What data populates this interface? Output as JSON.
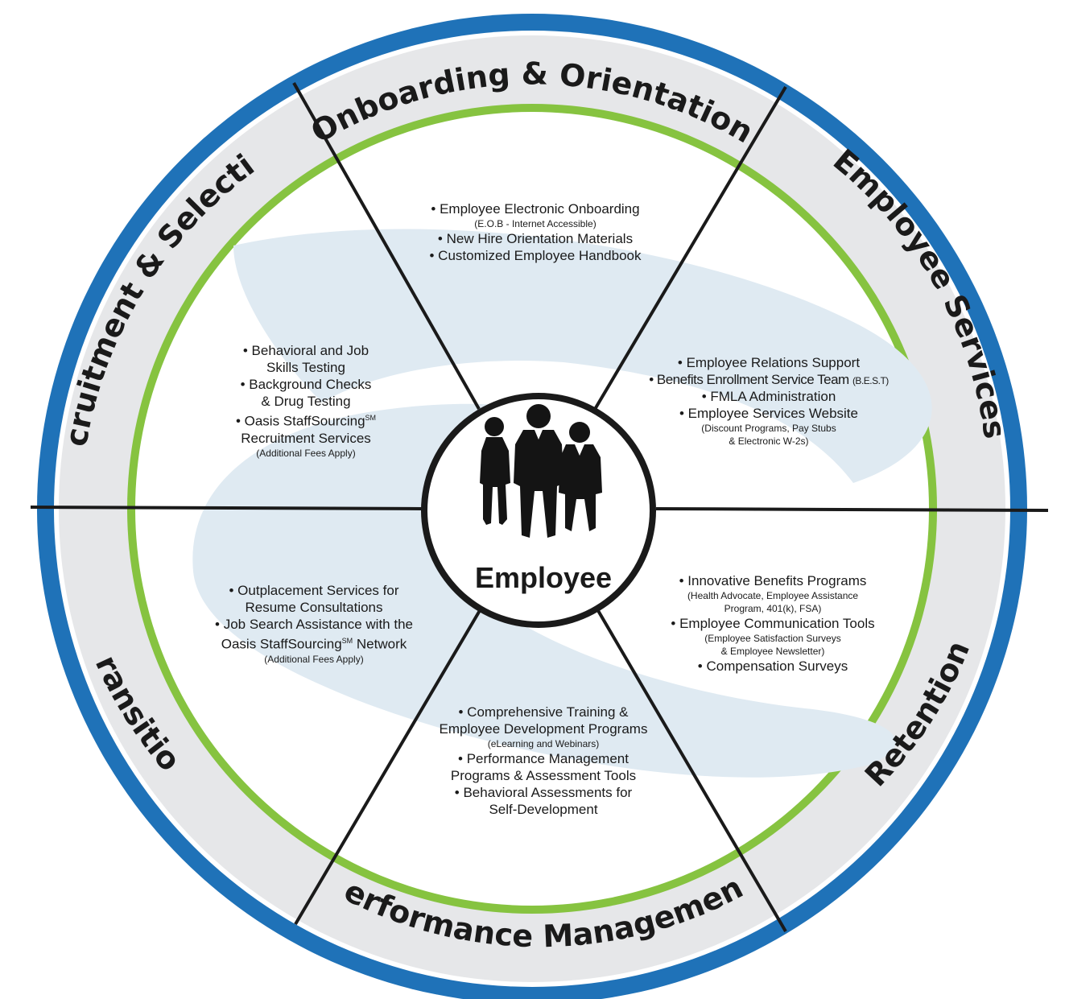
{
  "diagram": {
    "center_label": "Employee",
    "colors": {
      "outer_ring": "#1f72b8",
      "segment_fill": "#e6e7e9",
      "inner_ring": "#86c340",
      "divider": "#1a1a1a",
      "swirl": "#dfeaf2"
    },
    "segments": [
      {
        "id": "onboarding",
        "title": "Onboarding & Orientation"
      },
      {
        "id": "employee-services",
        "title": "Employee Services"
      },
      {
        "id": "retention",
        "title": "Retention"
      },
      {
        "id": "performance",
        "title": "Performance Management"
      },
      {
        "id": "transition",
        "title": "Transition"
      },
      {
        "id": "recruitment",
        "title": "Recruitment & Selection"
      }
    ],
    "blocks": {
      "onboarding": {
        "l1": "• Employee Electronic Onboarding",
        "l2": "(E.O.B - Internet Accessible)",
        "l3": "• New Hire Orientation Materials",
        "l4": "• Customized Employee Handbook"
      },
      "employee_services": {
        "l1": "• Employee Relations Support",
        "l2": "• Benefits Enrollment Service Team",
        "l2b": "(B.E.S.T)",
        "l3": "• FMLA Administration",
        "l4": "• Employee Services Website",
        "l5": "(Discount Programs, Pay Stubs",
        "l6": "& Electronic W-2s)"
      },
      "retention": {
        "l1": "• Innovative Benefits Programs",
        "l2": "(Health Advocate, Employee Assistance",
        "l3": "Program, 401(k), FSA)",
        "l4": "• Employee Communication Tools",
        "l5": "(Employee Satisfaction Surveys",
        "l6": "& Employee Newsletter)",
        "l7": "• Compensation Surveys"
      },
      "performance": {
        "l1": "• Comprehensive Training &",
        "l2": "Employee Development Programs",
        "l3": "(eLearning and Webinars)",
        "l4": "• Performance Management",
        "l5": "Programs & Assessment Tools",
        "l6": "• Behavioral Assessments for",
        "l7": "Self-Development"
      },
      "transition": {
        "l1": "• Outplacement Services for",
        "l2": "Resume Consultations",
        "l3": "• Job Search Assistance with the",
        "l4a": "Oasis StaffSourcing",
        "l4sup": "SM",
        "l4b": " Network",
        "l5": "(Additional Fees Apply)"
      },
      "recruitment": {
        "l1": "• Behavioral and Job",
        "l2": "Skills Testing",
        "l3": "• Background Checks",
        "l4": "& Drug Testing",
        "l5a": "• Oasis StaffSourcing",
        "l5sup": "SM",
        "l6": "Recruitment Services",
        "l7": "(Additional Fees Apply)"
      }
    }
  }
}
